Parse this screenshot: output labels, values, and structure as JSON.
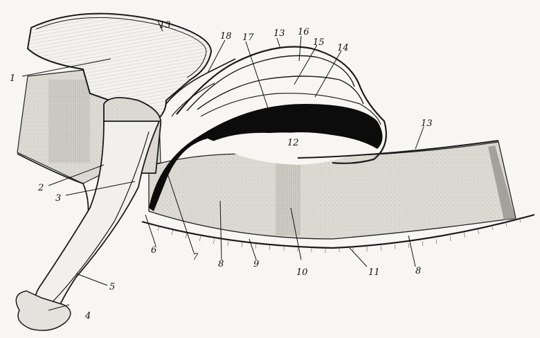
{
  "figure": {
    "labels": {
      "l1": "1",
      "l2": "2",
      "l3": "3",
      "l4": "4",
      "l5": "5",
      "l6": "6",
      "l7": "7",
      "l8a": "8",
      "l8b": "8",
      "l9": "9",
      "l10": "10",
      "l11": "11",
      "l12": "12",
      "l13a": "13",
      "l13b": "13",
      "l13c": "13",
      "l14": "14",
      "l15": "15",
      "l16": "16",
      "l17": "17",
      "l18": "18"
    }
  }
}
